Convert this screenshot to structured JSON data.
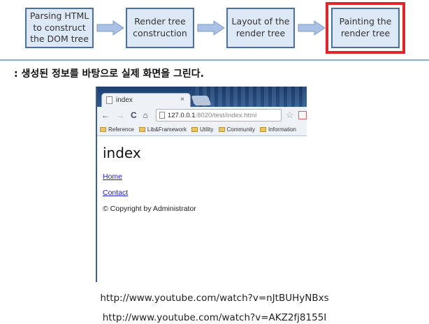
{
  "pipeline": {
    "stages": [
      "Parsing HTML to construct the DOM tree",
      "Render tree construction",
      "Layout of the render tree",
      "Painting the render tree"
    ],
    "highlighted_stage": 3,
    "colors": {
      "box_fill": "#dce8f6",
      "box_border": "#4a6fa5",
      "highlight": "#e0262a",
      "arrow": "#a9c1e3"
    }
  },
  "caption": ": 생성된 정보를 바탕으로 실제 화면을 그린다.",
  "browser": {
    "tab_title": "index",
    "tab_close": "×",
    "nav_icons": [
      "back-icon",
      "forward-icon",
      "reload-icon",
      "home-icon"
    ],
    "nav_glyphs": {
      "back": "←",
      "forward": "→",
      "reload": "C",
      "home": "⌂"
    },
    "url_host": "127.0.0.1",
    "url_path": ":8020/test/index.html",
    "star_glyph": "☆",
    "bookmarks": [
      "Reference",
      "Lib&Framework",
      "Utility",
      "Community",
      "Information"
    ],
    "page": {
      "heading": "index",
      "links": [
        "Home",
        "Contact"
      ],
      "copyright": "© Copyright by Administrator"
    }
  },
  "links": [
    "http://www.youtube.com/watch?v=nJtBUHyNBxs",
    "http://www.youtube.com/watch?v=AKZ2fj8155I"
  ]
}
